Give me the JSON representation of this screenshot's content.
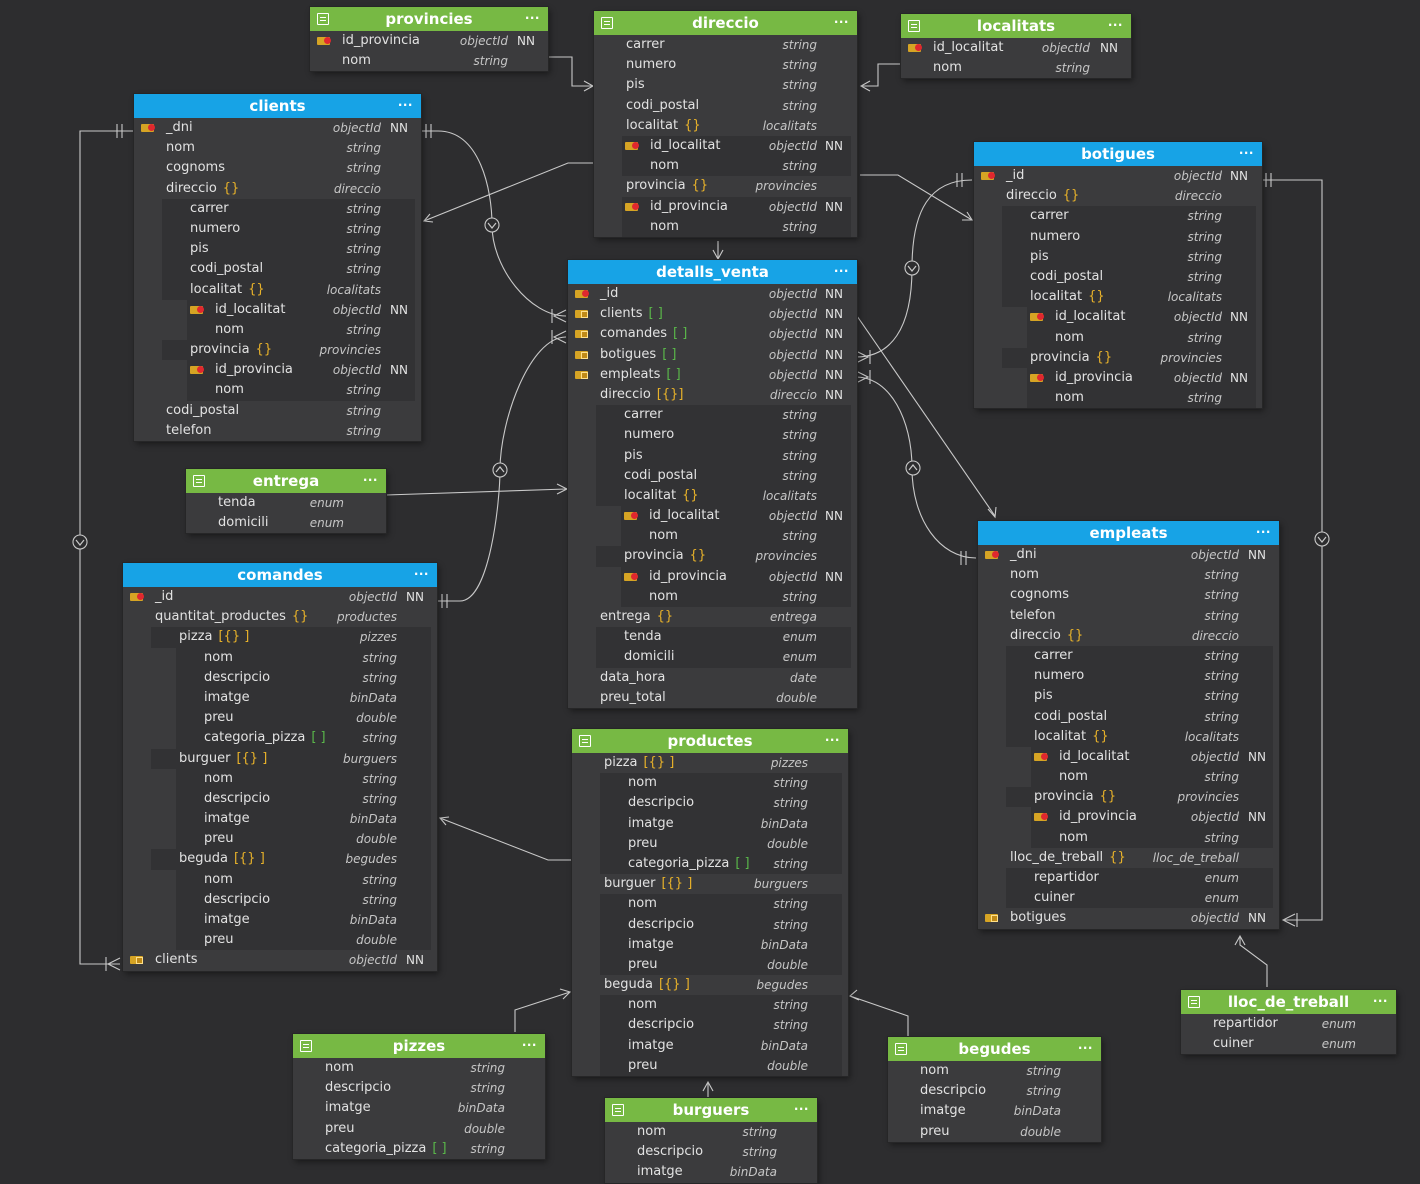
{
  "tables": [
    {
      "id": "provincies",
      "kind": "vt",
      "title": "provincies",
      "rows": [
        {
          "key": "pk",
          "name": "id_provincia",
          "type": "objectId",
          "nn": "NN"
        },
        {
          "name": "nom",
          "type": "string"
        }
      ]
    },
    {
      "id": "direccio",
      "kind": "vt",
      "title": "direccio",
      "rows": [
        {
          "name": "carrer",
          "type": "string"
        },
        {
          "name": "numero",
          "type": "string"
        },
        {
          "name": "pis",
          "type": "string"
        },
        {
          "name": "codi_postal",
          "type": "string"
        },
        {
          "name": "localitat",
          "br": "{}",
          "type": "localitats"
        },
        {
          "key": "pk",
          "name": "id_localitat",
          "type": "objectId",
          "nn": "NN",
          "d": 1
        },
        {
          "name": "nom",
          "type": "string",
          "d": 1
        },
        {
          "name": "provincia",
          "br": "{}",
          "type": "provincies"
        },
        {
          "key": "pk",
          "name": "id_provincia",
          "type": "objectId",
          "nn": "NN",
          "d": 1
        },
        {
          "name": "nom",
          "type": "string",
          "d": 1
        }
      ]
    },
    {
      "id": "localitats",
      "kind": "vt",
      "title": "localitats",
      "rows": [
        {
          "key": "pk",
          "name": "id_localitat",
          "type": "objectId",
          "nn": "NN"
        },
        {
          "name": "nom",
          "type": "string"
        }
      ]
    },
    {
      "id": "clients",
      "kind": "coll",
      "title": "clients",
      "rows": [
        {
          "key": "pk",
          "name": "_dni",
          "type": "objectId",
          "nn": "NN"
        },
        {
          "name": "nom",
          "type": "string"
        },
        {
          "name": "cognoms",
          "type": "string"
        },
        {
          "name": "direccio",
          "br": "{}",
          "type": "direccio"
        },
        {
          "name": "carrer",
          "type": "string",
          "d": 1
        },
        {
          "name": "numero",
          "type": "string",
          "d": 1
        },
        {
          "name": "pis",
          "type": "string",
          "d": 1
        },
        {
          "name": "codi_postal",
          "type": "string",
          "d": 1
        },
        {
          "name": "localitat",
          "br": "{}",
          "type": "localitats",
          "d": 1
        },
        {
          "key": "pk",
          "name": "id_localitat",
          "type": "objectId",
          "nn": "NN",
          "d": 2
        },
        {
          "name": "nom",
          "type": "string",
          "d": 2
        },
        {
          "name": "provincia",
          "br": "{}",
          "type": "provincies",
          "d": 1
        },
        {
          "key": "pk",
          "name": "id_provincia",
          "type": "objectId",
          "nn": "NN",
          "d": 2
        },
        {
          "name": "nom",
          "type": "string",
          "d": 2
        },
        {
          "name": "codi_postal",
          "type": "string"
        },
        {
          "name": "telefon",
          "type": "string"
        }
      ]
    },
    {
      "id": "botigues",
      "kind": "coll",
      "title": "botigues",
      "rows": [
        {
          "key": "pk",
          "name": "_id",
          "type": "objectId",
          "nn": "NN"
        },
        {
          "name": "direccio",
          "br": "{}",
          "type": "direccio"
        },
        {
          "name": "carrer",
          "type": "string",
          "d": 1
        },
        {
          "name": "numero",
          "type": "string",
          "d": 1
        },
        {
          "name": "pis",
          "type": "string",
          "d": 1
        },
        {
          "name": "codi_postal",
          "type": "string",
          "d": 1
        },
        {
          "name": "localitat",
          "br": "{}",
          "type": "localitats",
          "d": 1
        },
        {
          "key": "pk",
          "name": "id_localitat",
          "type": "objectId",
          "nn": "NN",
          "d": 2
        },
        {
          "name": "nom",
          "type": "string",
          "d": 2
        },
        {
          "name": "provincia",
          "br": "{}",
          "type": "provincies",
          "d": 1
        },
        {
          "key": "pk",
          "name": "id_provincia",
          "type": "objectId",
          "nn": "NN",
          "d": 2
        },
        {
          "name": "nom",
          "type": "string",
          "d": 2
        }
      ]
    },
    {
      "id": "detalls_venta",
      "kind": "coll",
      "title": "detalls_venta",
      "rows": [
        {
          "key": "pk",
          "name": "_id",
          "type": "objectId",
          "nn": "NN"
        },
        {
          "key": "fk",
          "name": "clients",
          "br": "[ ]",
          "type": "objectId",
          "nn": "NN"
        },
        {
          "key": "fk",
          "name": "comandes",
          "br": "[ ]",
          "type": "objectId",
          "nn": "NN"
        },
        {
          "key": "fk",
          "name": "botigues",
          "br": "[ ]",
          "type": "objectId",
          "nn": "NN"
        },
        {
          "key": "fk",
          "name": "empleats",
          "br": "[ ]",
          "type": "objectId",
          "nn": "NN"
        },
        {
          "name": "direccio",
          "br": "[{}]",
          "type": "direccio",
          "nn": "NN"
        },
        {
          "name": "carrer",
          "type": "string",
          "d": 1
        },
        {
          "name": "numero",
          "type": "string",
          "d": 1
        },
        {
          "name": "pis",
          "type": "string",
          "d": 1
        },
        {
          "name": "codi_postal",
          "type": "string",
          "d": 1
        },
        {
          "name": "localitat",
          "br": "{}",
          "type": "localitats",
          "d": 1
        },
        {
          "key": "pk",
          "name": "id_localitat",
          "type": "objectId",
          "nn": "NN",
          "d": 2
        },
        {
          "name": "nom",
          "type": "string",
          "d": 2
        },
        {
          "name": "provincia",
          "br": "{}",
          "type": "provincies",
          "d": 1
        },
        {
          "key": "pk",
          "name": "id_provincia",
          "type": "objectId",
          "nn": "NN",
          "d": 2
        },
        {
          "name": "nom",
          "type": "string",
          "d": 2
        },
        {
          "name": "entrega",
          "br": "{}",
          "type": "entrega"
        },
        {
          "name": "tenda",
          "type": "enum",
          "d": 1
        },
        {
          "name": "domicili",
          "type": "enum",
          "d": 1
        },
        {
          "name": "data_hora",
          "type": "date"
        },
        {
          "name": "preu_total",
          "type": "double"
        }
      ]
    },
    {
      "id": "entrega",
      "kind": "vt",
      "title": "entrega",
      "rows": [
        {
          "name": "tenda",
          "type": "enum"
        },
        {
          "name": "domicili",
          "type": "enum"
        }
      ]
    },
    {
      "id": "comandes",
      "kind": "coll",
      "title": "comandes",
      "rows": [
        {
          "key": "pk",
          "name": "_id",
          "type": "objectId",
          "nn": "NN"
        },
        {
          "name": "quantitat_productes",
          "br": "{}",
          "type": "productes"
        },
        {
          "name": "pizza",
          "br": "[{} ]",
          "type": "pizzes",
          "d": 1
        },
        {
          "name": "nom",
          "type": "string",
          "d": 2
        },
        {
          "name": "descripcio",
          "type": "string",
          "d": 2
        },
        {
          "name": "imatge",
          "type": "binData",
          "d": 2
        },
        {
          "name": "preu",
          "type": "double",
          "d": 2
        },
        {
          "name": "categoria_pizza",
          "br": "[ ]",
          "type": "string",
          "d": 2
        },
        {
          "name": "burguer",
          "br": "[{} ]",
          "type": "burguers",
          "d": 1
        },
        {
          "name": "nom",
          "type": "string",
          "d": 2
        },
        {
          "name": "descripcio",
          "type": "string",
          "d": 2
        },
        {
          "name": "imatge",
          "type": "binData",
          "d": 2
        },
        {
          "name": "preu",
          "type": "double",
          "d": 2
        },
        {
          "name": "beguda",
          "br": "[{} ]",
          "type": "begudes",
          "d": 1
        },
        {
          "name": "nom",
          "type": "string",
          "d": 2
        },
        {
          "name": "descripcio",
          "type": "string",
          "d": 2
        },
        {
          "name": "imatge",
          "type": "binData",
          "d": 2
        },
        {
          "name": "preu",
          "type": "double",
          "d": 2
        },
        {
          "key": "fk",
          "name": "clients",
          "type": "objectId",
          "nn": "NN"
        }
      ]
    },
    {
      "id": "empleats",
      "kind": "coll",
      "title": "empleats",
      "rows": [
        {
          "key": "pk",
          "name": "_dni",
          "type": "objectId",
          "nn": "NN"
        },
        {
          "name": "nom",
          "type": "string"
        },
        {
          "name": "cognoms",
          "type": "string"
        },
        {
          "name": "telefon",
          "type": "string"
        },
        {
          "name": "direccio",
          "br": "{}",
          "type": "direccio"
        },
        {
          "name": "carrer",
          "type": "string",
          "d": 1
        },
        {
          "name": "numero",
          "type": "string",
          "d": 1
        },
        {
          "name": "pis",
          "type": "string",
          "d": 1
        },
        {
          "name": "codi_postal",
          "type": "string",
          "d": 1
        },
        {
          "name": "localitat",
          "br": "{}",
          "type": "localitats",
          "d": 1
        },
        {
          "key": "pk",
          "name": "id_localitat",
          "type": "objectId",
          "nn": "NN",
          "d": 2
        },
        {
          "name": "nom",
          "type": "string",
          "d": 2
        },
        {
          "name": "provincia",
          "br": "{}",
          "type": "provincies",
          "d": 1
        },
        {
          "key": "pk",
          "name": "id_provincia",
          "type": "objectId",
          "nn": "NN",
          "d": 2
        },
        {
          "name": "nom",
          "type": "string",
          "d": 2
        },
        {
          "name": "lloc_de_treball",
          "br": "{}",
          "type": "lloc_de_treball"
        },
        {
          "name": "repartidor",
          "type": "enum",
          "d": 1
        },
        {
          "name": "cuiner",
          "type": "enum",
          "d": 1
        },
        {
          "key": "fk",
          "name": "botigues",
          "type": "objectId",
          "nn": "NN"
        }
      ]
    },
    {
      "id": "productes",
      "kind": "vt",
      "title": "productes",
      "rows": [
        {
          "name": "pizza",
          "br": "[{} ]",
          "type": "pizzes"
        },
        {
          "name": "nom",
          "type": "string",
          "d": 1
        },
        {
          "name": "descripcio",
          "type": "string",
          "d": 1
        },
        {
          "name": "imatge",
          "type": "binData",
          "d": 1
        },
        {
          "name": "preu",
          "type": "double",
          "d": 1
        },
        {
          "name": "categoria_pizza",
          "br": "[ ]",
          "type": "string",
          "d": 1
        },
        {
          "name": "burguer",
          "br": "[{} ]",
          "type": "burguers"
        },
        {
          "name": "nom",
          "type": "string",
          "d": 1
        },
        {
          "name": "descripcio",
          "type": "string",
          "d": 1
        },
        {
          "name": "imatge",
          "type": "binData",
          "d": 1
        },
        {
          "name": "preu",
          "type": "double",
          "d": 1
        },
        {
          "name": "beguda",
          "br": "[{} ]",
          "type": "begudes"
        },
        {
          "name": "nom",
          "type": "string",
          "d": 1
        },
        {
          "name": "descripcio",
          "type": "string",
          "d": 1
        },
        {
          "name": "imatge",
          "type": "binData",
          "d": 1
        },
        {
          "name": "preu",
          "type": "double",
          "d": 1
        }
      ]
    },
    {
      "id": "lloc_de_treball",
      "kind": "vt",
      "title": "lloc_de_treball",
      "rows": [
        {
          "name": "repartidor",
          "type": "enum"
        },
        {
          "name": "cuiner",
          "type": "enum"
        }
      ]
    },
    {
      "id": "pizzes",
      "kind": "vt",
      "title": "pizzes",
      "rows": [
        {
          "name": "nom",
          "type": "string"
        },
        {
          "name": "descripcio",
          "type": "string"
        },
        {
          "name": "imatge",
          "type": "binData"
        },
        {
          "name": "preu",
          "type": "double"
        },
        {
          "name": "categoria_pizza",
          "br": "[ ]",
          "type": "string"
        }
      ]
    },
    {
      "id": "begudes",
      "kind": "vt",
      "title": "begudes",
      "rows": [
        {
          "name": "nom",
          "type": "string"
        },
        {
          "name": "descripcio",
          "type": "string"
        },
        {
          "name": "imatge",
          "type": "binData"
        },
        {
          "name": "preu",
          "type": "double"
        }
      ]
    },
    {
      "id": "burguers",
      "kind": "vt",
      "title": "burguers",
      "rows": [
        {
          "name": "nom",
          "type": "string"
        },
        {
          "name": "descripcio",
          "type": "string"
        },
        {
          "name": "imatge",
          "type": "binData"
        }
      ]
    }
  ],
  "menu_glyph": "···",
  "colors": {
    "collection": "#17a3e6",
    "view": "#77b944",
    "line": "#c9c9c9",
    "brace": "#e8b22a",
    "array": "#5ab84a"
  }
}
